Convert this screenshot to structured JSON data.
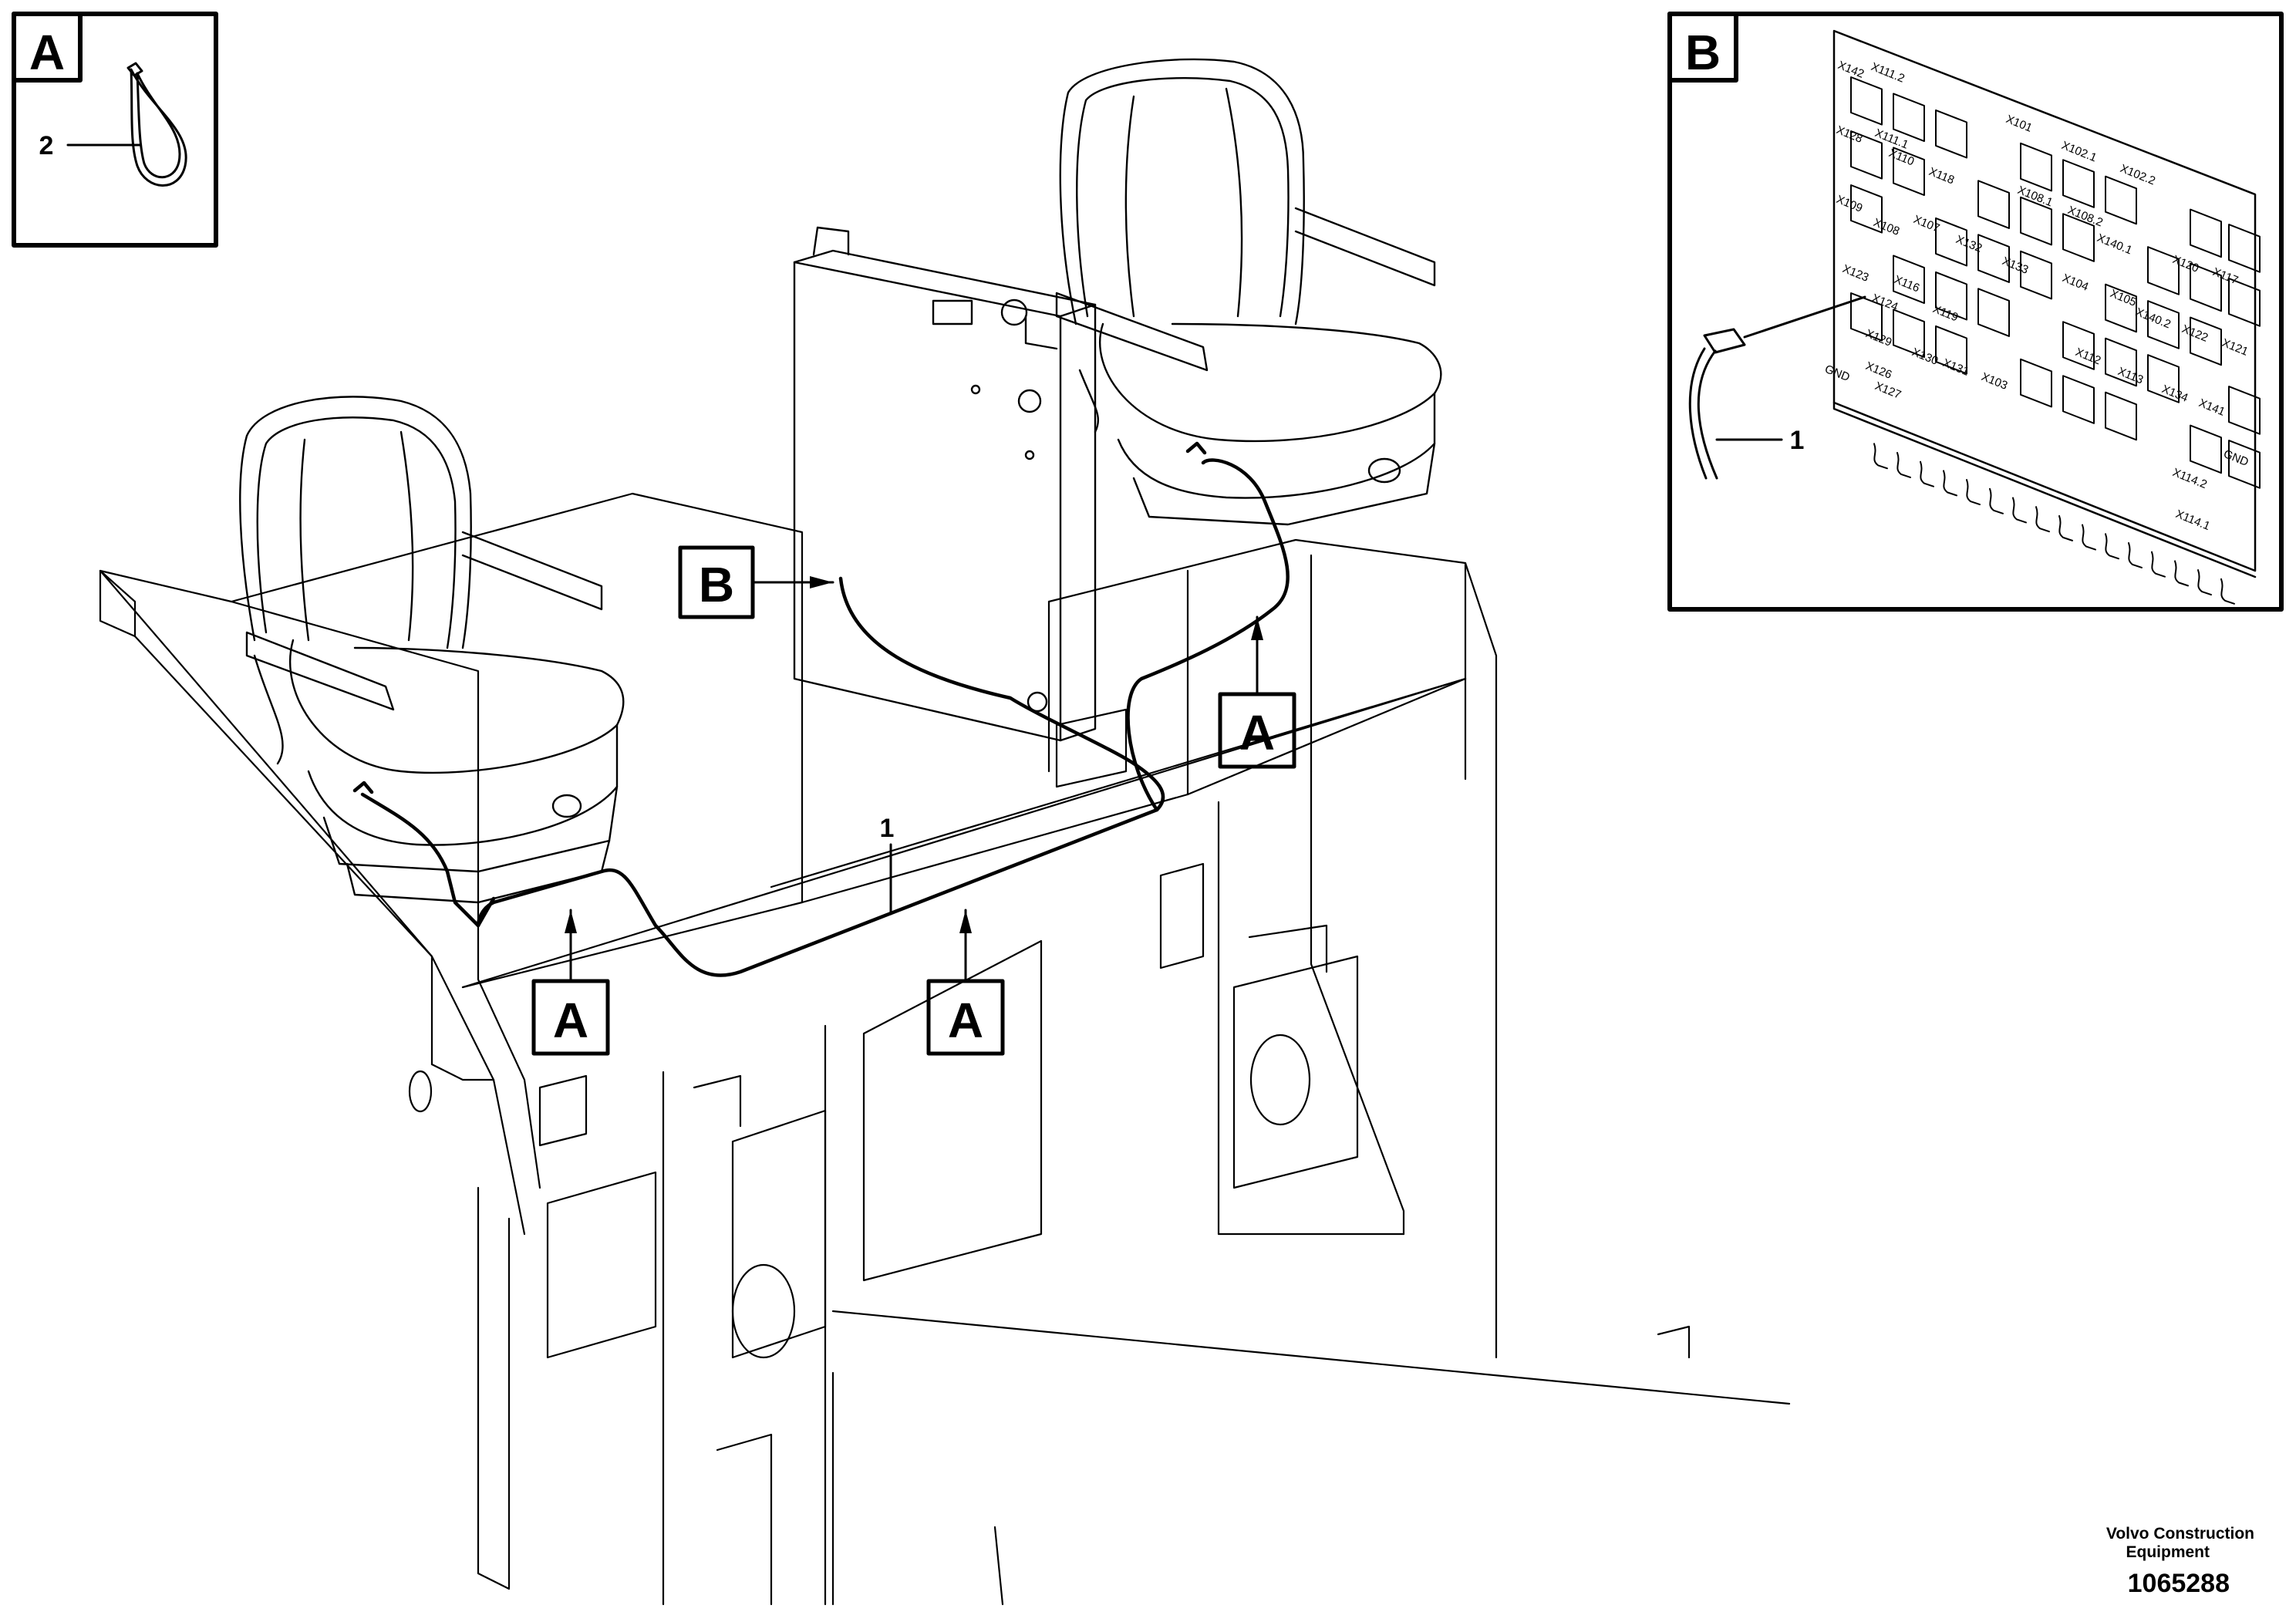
{
  "inset_a": {
    "letter": "A",
    "callout": "2"
  },
  "inset_b": {
    "letter": "B",
    "callout": "1",
    "pins": [
      "X142",
      "X111.2",
      "X101",
      "X128",
      "X111.1",
      "X102.1",
      "X102.2",
      "X110",
      "X118",
      "X109",
      "X108",
      "X107",
      "X108.1",
      "X108.2",
      "X132",
      "X140.1",
      "X120",
      "X117",
      "X123",
      "X133",
      "X104",
      "X105",
      "X116",
      "X124",
      "X119",
      "X140.2",
      "X122",
      "X121",
      "X129",
      "X112",
      "X113",
      "X126",
      "X130",
      "X131",
      "X103",
      "X127",
      "X134",
      "X141",
      "GND",
      "GND",
      "X114.2",
      "X114.1"
    ]
  },
  "main": {
    "callout_harness": "1",
    "markers": {
      "a1": "A",
      "a2": "A",
      "a3": "A",
      "b": "B"
    }
  },
  "footer": {
    "brand_line1": "Volvo Construction",
    "brand_line2": "Equipment",
    "doc_number": "1065288"
  }
}
